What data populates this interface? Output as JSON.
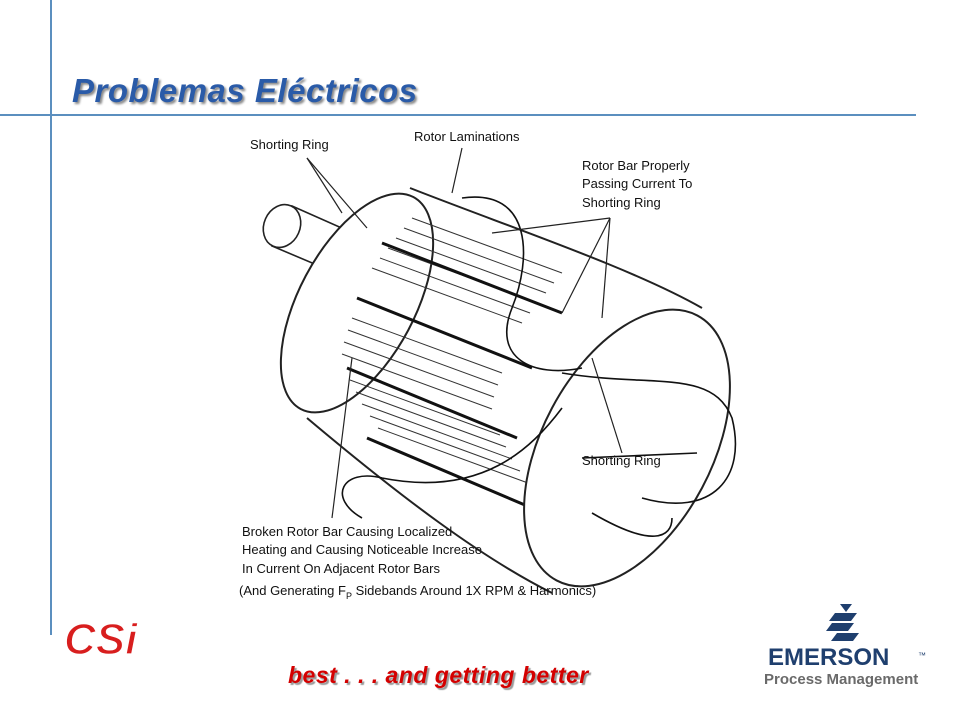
{
  "slide": {
    "title": "Problemas Eléctricos",
    "tagline": "best . . . and getting better"
  },
  "diagram": {
    "labels": {
      "shorting_ring_top": "Shorting Ring",
      "rotor_laminations": "Rotor Laminations",
      "proper_bar_1": "Rotor Bar Properly",
      "proper_bar_2": "Passing Current To",
      "proper_bar_3": "Shorting Ring",
      "shorting_ring_bottom": "Shorting Ring",
      "broken_1": "Broken Rotor Bar Causing Localized",
      "broken_2": "Heating and Causing Noticeable Increase",
      "broken_3": "In Current On Adjacent Rotor Bars",
      "broken_4_pre": "(And Generating F",
      "broken_4_sub": "P",
      "broken_4_post": " Sidebands Around 1X RPM & Harmonics)"
    }
  },
  "logos": {
    "csi": "CSi",
    "emerson": "EMERSON",
    "emerson_tm": "™",
    "process_management": "Process Management"
  },
  "colors": {
    "accent_line": "#5b8fbf",
    "title": "#2a5ba8",
    "tagline": "#d40000",
    "csi": "#d81e1e",
    "emerson": "#1f3f6e"
  }
}
